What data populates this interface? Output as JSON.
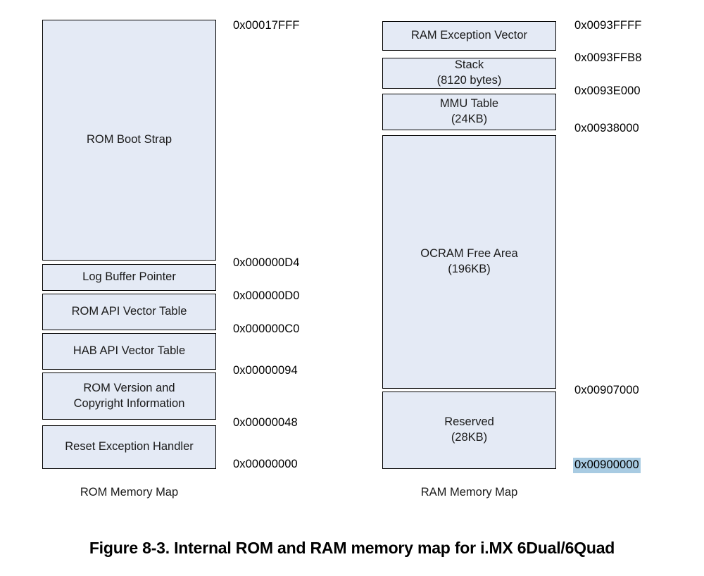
{
  "figure": {
    "caption": "Figure 8-3. Internal ROM and RAM memory map for i.MX 6Dual/6Quad"
  },
  "rom_map": {
    "caption": "ROM Memory Map",
    "blocks": [
      {
        "label": "ROM Boot Strap",
        "sublabel": ""
      },
      {
        "label": "Log Buffer Pointer",
        "sublabel": ""
      },
      {
        "label": "ROM API Vector Table",
        "sublabel": ""
      },
      {
        "label": "HAB API Vector Table",
        "sublabel": ""
      },
      {
        "label": "ROM Version and",
        "sublabel": "Copyright Information"
      },
      {
        "label": "Reset Exception Handler",
        "sublabel": ""
      }
    ],
    "addresses": [
      {
        "text": "0x00017FFF",
        "highlighted": false
      },
      {
        "text": "0x000000D4",
        "highlighted": false
      },
      {
        "text": "0x000000D0",
        "highlighted": false
      },
      {
        "text": "0x000000C0",
        "highlighted": false
      },
      {
        "text": "0x00000094",
        "highlighted": false
      },
      {
        "text": "0x00000048",
        "highlighted": false
      },
      {
        "text": "0x00000000",
        "highlighted": false
      }
    ]
  },
  "ram_map": {
    "caption": "RAM Memory Map",
    "blocks": [
      {
        "label": "RAM Exception Vector",
        "sublabel": ""
      },
      {
        "label": "Stack",
        "sublabel": "(8120 bytes)"
      },
      {
        "label": "MMU Table",
        "sublabel": "(24KB)"
      },
      {
        "label": "OCRAM Free Area",
        "sublabel": "(196KB)"
      },
      {
        "label": "Reserved",
        "sublabel": "(28KB)"
      }
    ],
    "addresses": [
      {
        "text": "0x0093FFFF",
        "highlighted": false
      },
      {
        "text": "0x0093FFB8",
        "highlighted": false
      },
      {
        "text": "0x0093E000",
        "highlighted": false
      },
      {
        "text": "0x00938000",
        "highlighted": false
      },
      {
        "text": "0x00907000",
        "highlighted": false
      },
      {
        "text": "0x00900000",
        "highlighted": true
      }
    ]
  },
  "colors": {
    "block_fill": "#e4eaf5",
    "block_border": "#000000",
    "selection_highlight": "#a8cbe2",
    "text": "#1a1a1a"
  }
}
